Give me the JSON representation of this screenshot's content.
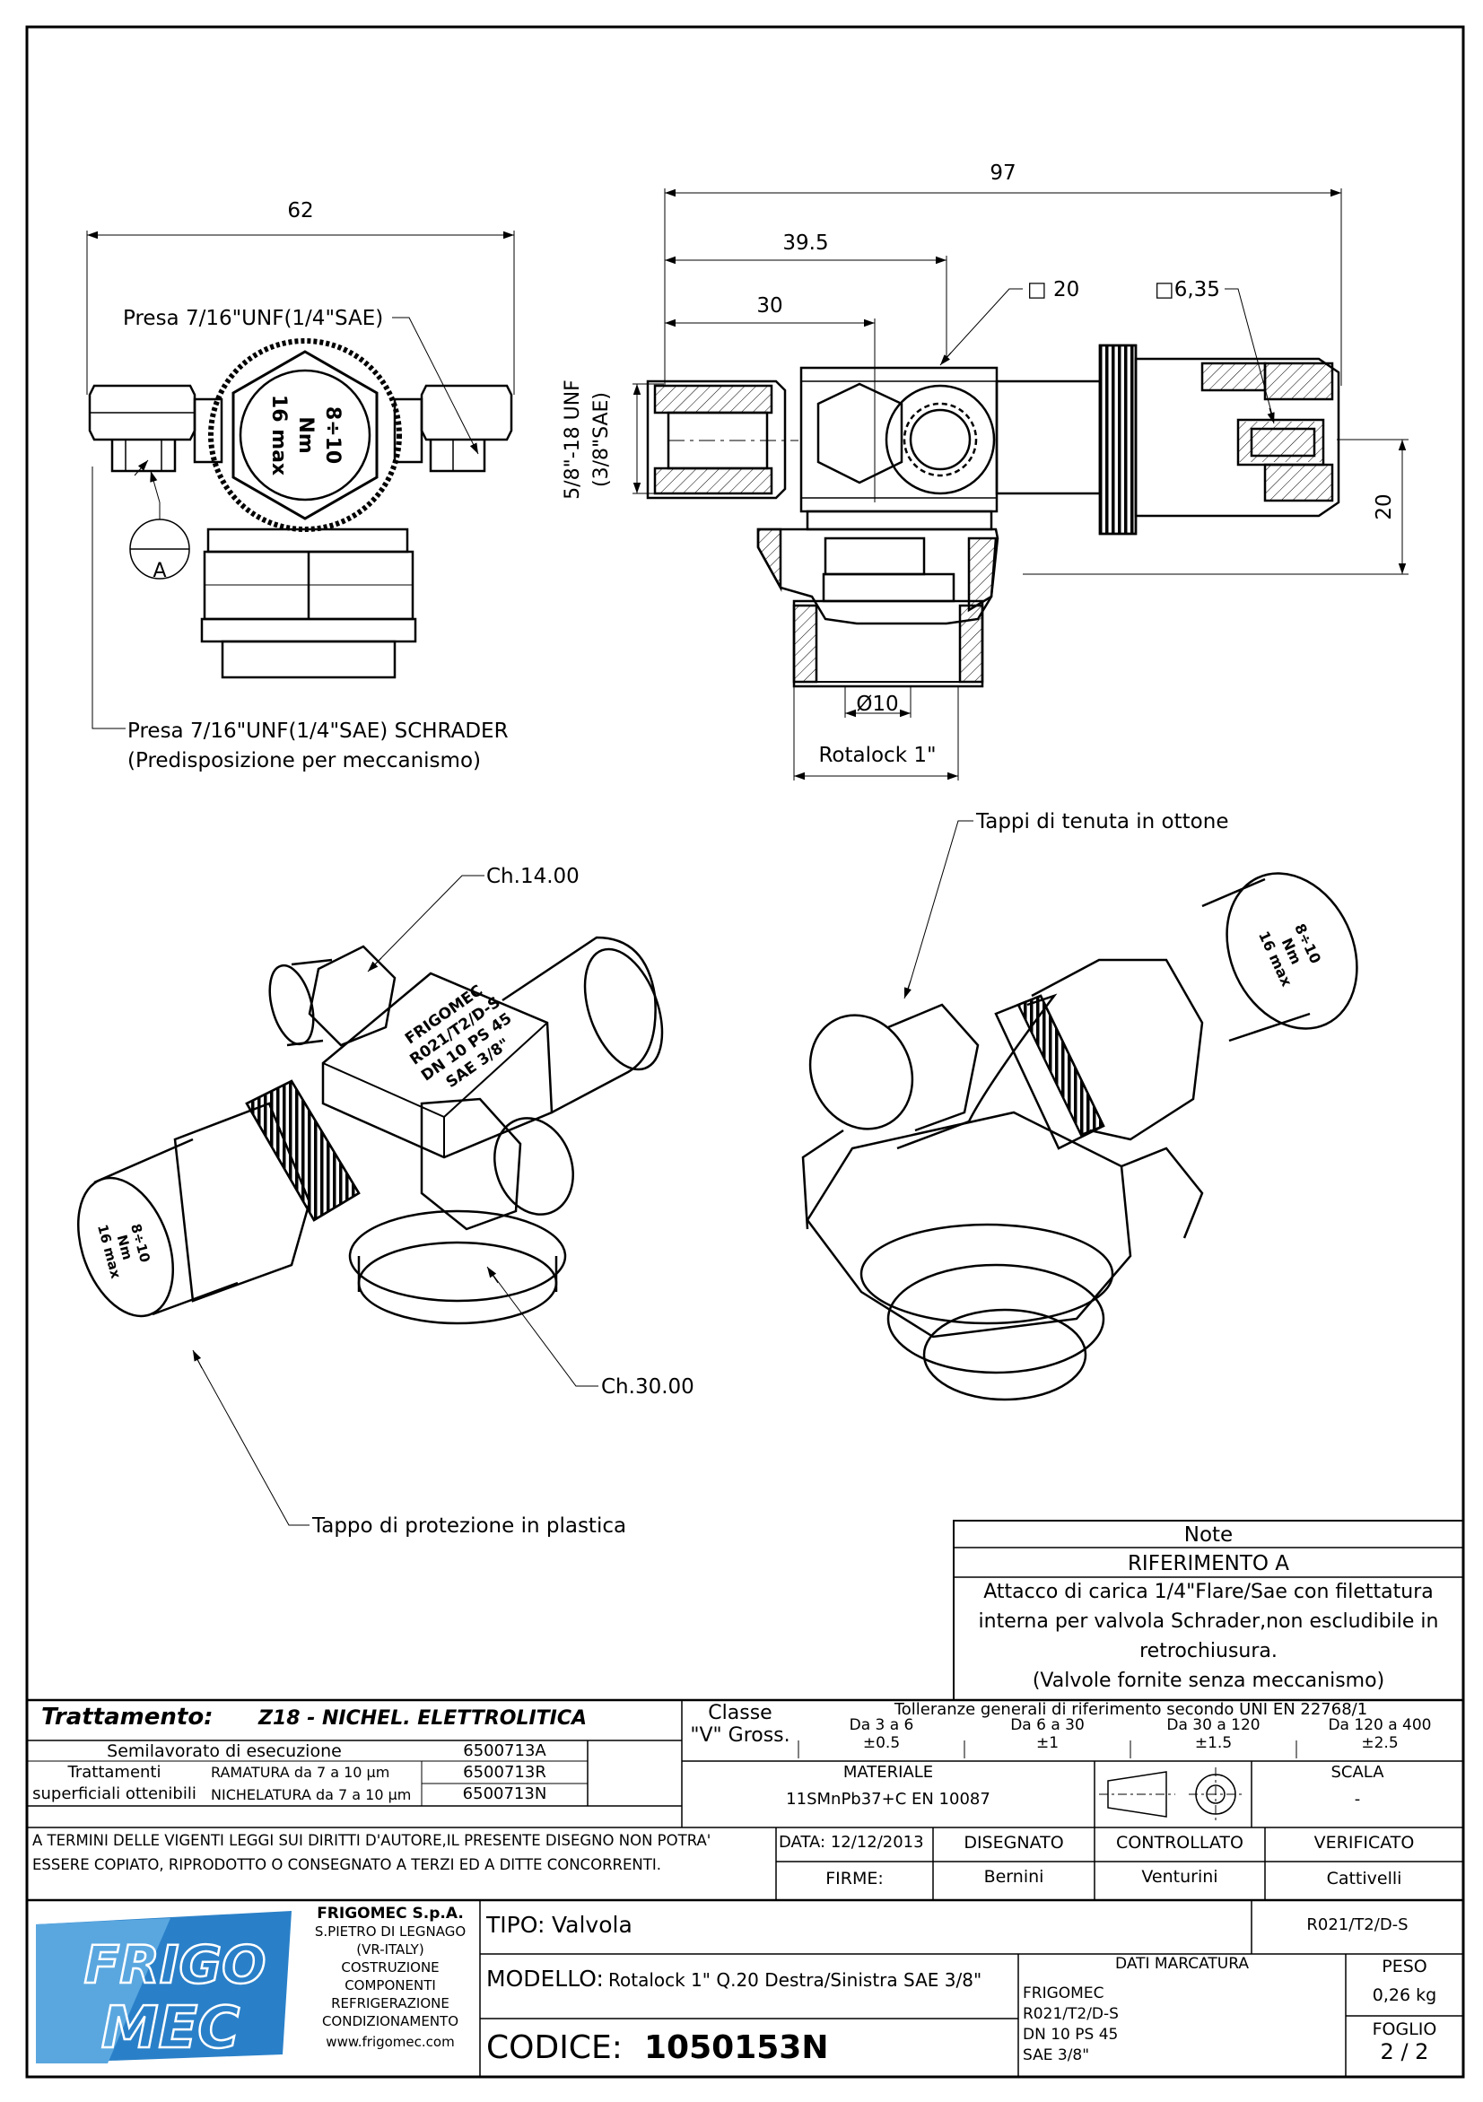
{
  "dims": {
    "front_width": "62",
    "side_total": "97",
    "side_395": "39.5",
    "side_30": "30",
    "square_20": "□ 20",
    "square_635": "□6,35",
    "thread_line1": "5/8\"-18 UNF",
    "thread_line2": "(3/8\"SAE)",
    "height_20": "20",
    "diameter_10": "Ø10",
    "rotalock": "Rotalock 1\""
  },
  "labels": {
    "presa_top": "Presa 7/16\"UNF(1/4\"SAE)",
    "presa_schrader": "Presa 7/16\"UNF(1/4\"SAE) SCHRADER",
    "predisposizione": "(Predisposizione per meccanismo)",
    "ref_a": "A",
    "ch14": "Ch.14.00",
    "ch30": "Ch.30.00",
    "tappi_ottone": "Tappi di tenuta in ottone",
    "tappo_plastica": "Tappo di protezione in plastica",
    "torque_1": "8÷10",
    "torque_2": "Nm",
    "torque_3": "16 max",
    "iso_marking": [
      "FRIGOMEC",
      "R021/T2/D-S",
      "DN 10  PS 45",
      "SAE 3/8\""
    ]
  },
  "note": {
    "title": "Note",
    "ref": "RIFERIMENTO A",
    "lines": [
      "Attacco di carica 1/4\"Flare/Sae con filettatura",
      "interna per valvola Schrader,non escludibile in",
      "retrochiusura.",
      "(Valvole fornite senza meccanismo)"
    ]
  },
  "titleblock": {
    "trattamento_label": "Trattamento:",
    "trattamento_value": "Z18 - NICHEL. ELETTROLITICA",
    "classe_1": "Classe",
    "classe_2": "\"V\" Gross.",
    "tolleranze": "Tolleranze generali di riferimento secondo UNI EN 22768/1",
    "tol_ranges": [
      {
        "range": "Da 3 a 6",
        "tol": "±0.5"
      },
      {
        "range": "Da 6 a 30",
        "tol": "±1"
      },
      {
        "range": "Da 30 a 120",
        "tol": "±1.5"
      },
      {
        "range": "Da 120 a 400",
        "tol": "±2.5"
      }
    ],
    "semilavorato": "Semilavorato di esecuzione",
    "semilavorato_code": "6500713A",
    "trattamenti_1": "Trattamenti",
    "trattamenti_2": "superficiali ottenibili",
    "ramatura": "RAMATURA da 7 a 10 µm",
    "ramatura_code": "6500713R",
    "nichelatura": "NICHELATURA da 7 a 10 µm",
    "nichelatura_code": "6500713N",
    "materiale_label": "MATERIALE",
    "materiale_value": "11SMnPb37+C EN 10087",
    "scala_label": "SCALA",
    "scala_value": "-",
    "copyright_1": "A TERMINI DELLE VIGENTI LEGGI SUI DIRITTI D'AUTORE,IL PRESENTE DISEGNO NON POTRA'",
    "copyright_2": "ESSERE COPIATO, RIPRODOTTO O CONSEGNATO A TERZI ED A DITTE CONCORRENTI.",
    "data": "DATA: 12/12/2013",
    "disegnato": "DISEGNATO",
    "controllato": "CONTROLLATO",
    "verificato": "VERIFICATO",
    "firme": "FIRME:",
    "disegnato_by": "Bernini",
    "controllato_by": "Venturini",
    "verificato_by": "Cattivelli",
    "company": "FRIGOMEC S.p.A.",
    "company_lines": [
      "S.PIETRO DI LEGNAGO",
      "(VR-ITALY)",
      "COSTRUZIONE",
      "COMPONENTI",
      "REFRIGERAZIONE",
      "CONDIZIONAMENTO",
      "www.frigomec.com"
    ],
    "logo_1": "FRIGO",
    "logo_2": "MEC",
    "tipo_label": "TIPO:",
    "tipo_value": "Valvola",
    "ref_code": "R021/T2/D-S",
    "modello_label": "MODELLO:",
    "modello_value": "Rotalock 1\" Q.20 Destra/Sinistra SAE 3/8\"",
    "dati_marcatura": "DATI MARCATURA",
    "marcatura_lines": [
      "FRIGOMEC",
      "R021/T2/D-S",
      "DN 10  PS 45",
      "SAE 3/8\""
    ],
    "peso_label": "PESO",
    "peso_value": "0,26 kg",
    "codice_label": "CODICE:",
    "codice_value": "1050153N",
    "foglio_label": "FOGLIO",
    "foglio_value": "2 / 2"
  }
}
